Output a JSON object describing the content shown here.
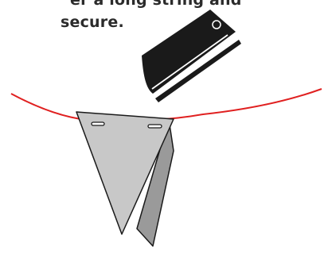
{
  "instruction": {
    "line1": "er a long string and",
    "line2": "secure."
  },
  "colors": {
    "string": "#e02020",
    "flag_front": "#c8c8c8",
    "flag_back": "#9a9a9a",
    "stapler": "#1a1a1a",
    "outline": "#1a1a1a"
  },
  "icons": {
    "stapler": "stapler-icon",
    "bunting_flag": "bunting-flag"
  }
}
